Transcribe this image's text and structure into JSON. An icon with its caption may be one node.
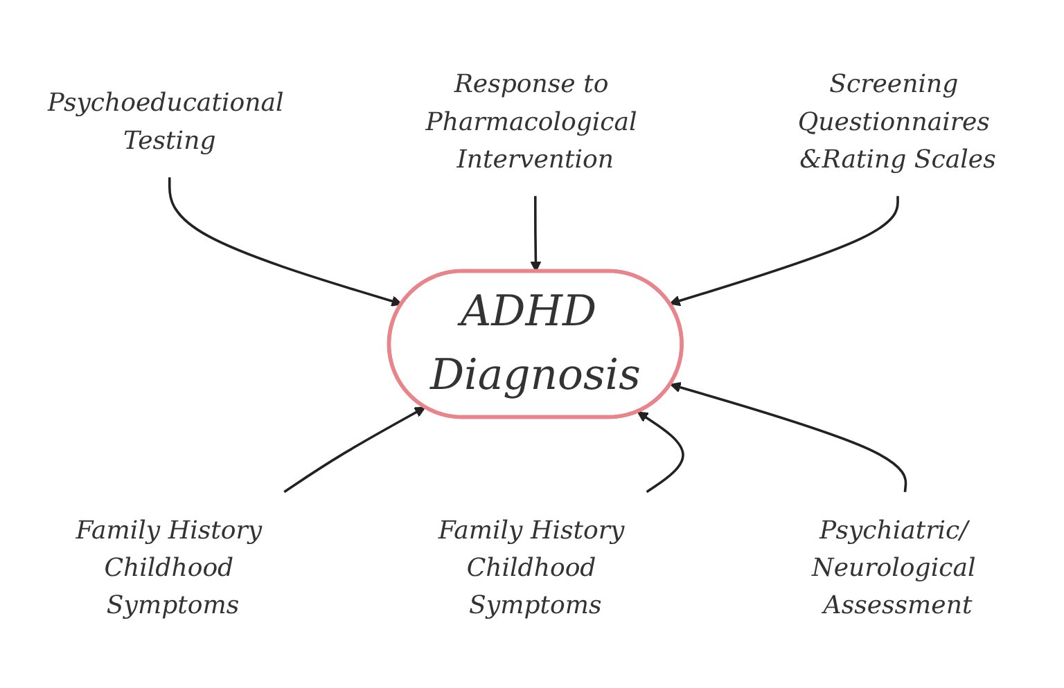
{
  "diagram": {
    "nodes": [
      {
        "text": [
          "Response to Pharmacological Intervention"
        ]
      },
      {
        "text": [
          "Screening Questionnaires &Rating Scales"
        ]
      },
      {
        "text": [
          "Psychoeducational Testing"
        ]
      },
      {
        "text": [
          "ADHD Diagnosis"
        ]
      },
      {
        "text": [
          "Family History Childhood Symptoms"
        ]
      },
      {
        "text": [
          "Psychiatric/ Neurological Assessment"
        ]
      },
      {
        "text": [
          "Family History Childhood Symptoms"
        ]
      }
    ],
    "edges": [
      {
        "from": 2,
        "to": 3,
        "arrow": "to"
      },
      {
        "from": 0,
        "to": 3,
        "arrow": "to"
      },
      {
        "from": 1,
        "to": 3,
        "arrow": "to"
      },
      {
        "from": 4,
        "to": 3,
        "arrow": "to"
      },
      {
        "from": 6,
        "to": 3,
        "arrow": "to"
      },
      {
        "from": 5,
        "to": 3,
        "arrow": "to"
      }
    ]
  }
}
